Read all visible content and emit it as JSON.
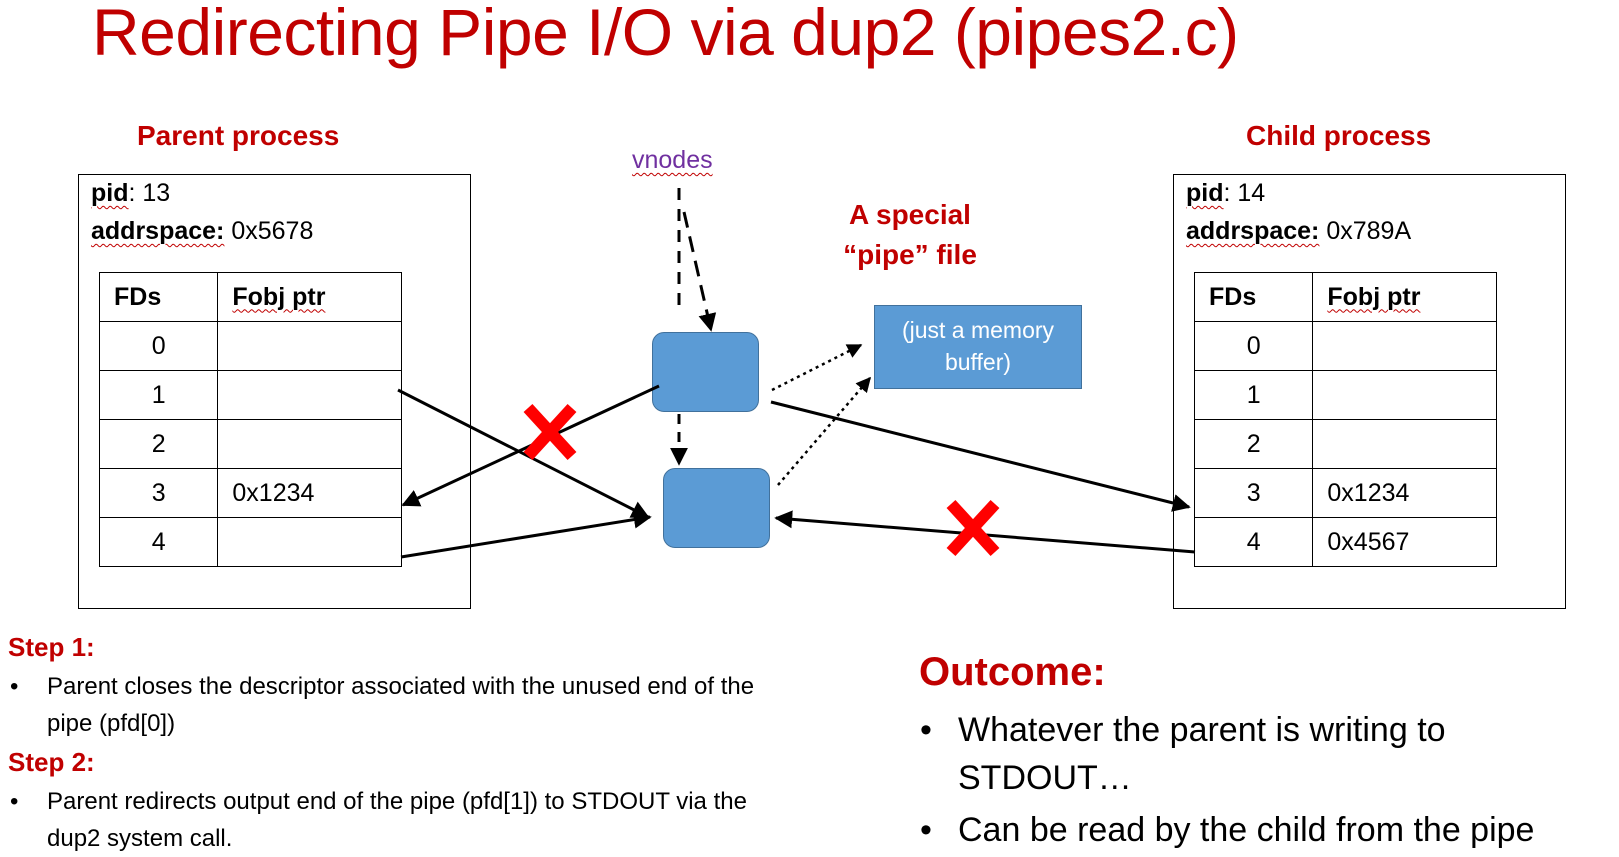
{
  "title": "Redirecting Pipe I/O via dup2 (pipes2.c)",
  "parent": {
    "heading": "Parent process",
    "pid_label": "pid",
    "pid_value": ": 13",
    "addr_label": "addrspace:",
    "addr_value": " 0x5678",
    "table": {
      "headers": [
        "FDs",
        "Fobj ptr"
      ],
      "rows": [
        {
          "fd": "0",
          "ptr": ""
        },
        {
          "fd": "1",
          "ptr": ""
        },
        {
          "fd": "2",
          "ptr": ""
        },
        {
          "fd": "3",
          "ptr": "0x1234"
        },
        {
          "fd": "4",
          "ptr": ""
        }
      ]
    }
  },
  "child": {
    "heading": "Child process",
    "pid_label": "pid",
    "pid_value": ": 14",
    "addr_label": "addrspace:",
    "addr_value": " 0x789A",
    "table": {
      "headers": [
        "FDs",
        "Fobj ptr"
      ],
      "rows": [
        {
          "fd": "0",
          "ptr": ""
        },
        {
          "fd": "1",
          "ptr": ""
        },
        {
          "fd": "2",
          "ptr": ""
        },
        {
          "fd": "3",
          "ptr": "0x1234"
        },
        {
          "fd": "4",
          "ptr": "0x4567"
        }
      ]
    }
  },
  "vnodes_label": "vnodes",
  "pipe_file": {
    "line1": "A special",
    "line2": "“pipe” file",
    "buffer_text": "(just a memory buffer)"
  },
  "steps": [
    {
      "title": "Step 1:",
      "text": "Parent closes the descriptor associated with the unused end of the pipe (pfd[0])"
    },
    {
      "title": "Step 2:",
      "text": "Parent redirects output end of the pipe (pfd[1]) to STDOUT via the dup2 system call."
    }
  ],
  "outcome": {
    "title": "Outcome:",
    "bullets": [
      "Whatever the parent is writing to STDOUT…",
      "Can be read by the child from the pipe"
    ]
  },
  "colors": {
    "accent_red": "#c00000",
    "vnode_blue": "#5b9bd5",
    "vnodes_purple": "#7030a0",
    "cross_red": "#ff0000"
  }
}
